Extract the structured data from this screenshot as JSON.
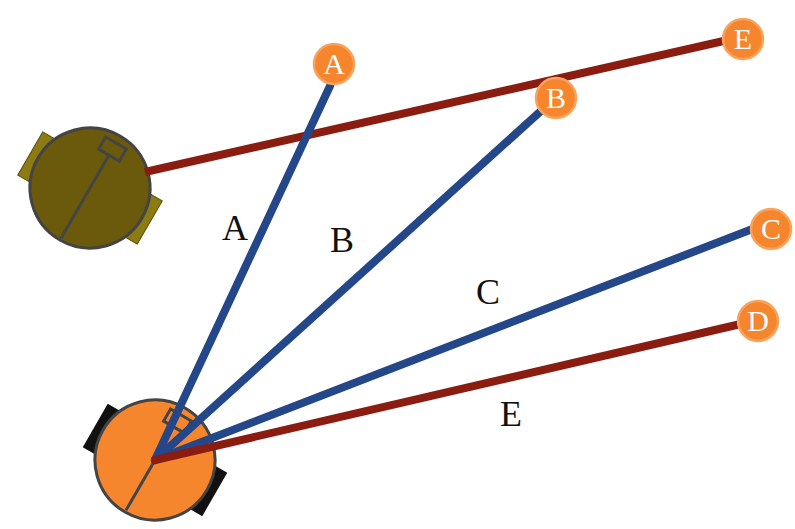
{
  "diagram": {
    "nodes": [
      {
        "text": [
          "A"
        ]
      },
      {
        "text": [
          "E"
        ]
      },
      {
        "text": [
          "B"
        ]
      },
      {
        "text": [
          "C"
        ]
      },
      {
        "text": [
          "D"
        ]
      }
    ],
    "labels": [
      "A",
      "B",
      "C",
      "E"
    ]
  }
}
